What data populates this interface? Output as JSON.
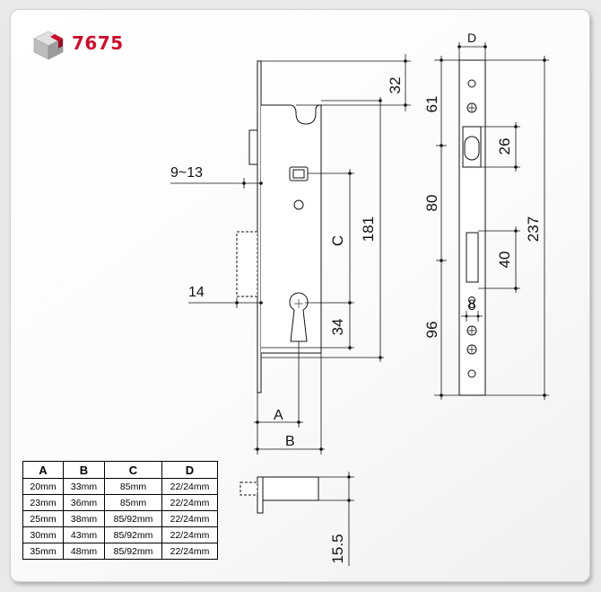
{
  "header": {
    "model_number": "7675",
    "logo_icon": "cube-logo-icon",
    "brand_color": "#c8102e"
  },
  "front_view": {
    "dim_32": "32",
    "dim_9_13": "9~13",
    "dim_c": "C",
    "dim_181": "181",
    "dim_14": "14",
    "dim_34": "34",
    "dim_a": "A",
    "dim_b": "B"
  },
  "faceplate_view": {
    "dim_d": "D",
    "dim_61": "61",
    "dim_26": "26",
    "dim_80": "80",
    "dim_40": "40",
    "dim_8": "8",
    "dim_96": "96",
    "dim_237": "237"
  },
  "bottom_view": {
    "dim_15_5": "15.5"
  },
  "spec_table": {
    "headers": [
      "A",
      "B",
      "C",
      "D"
    ],
    "rows": [
      [
        "20mm",
        "33mm",
        "85mm",
        "22/24mm"
      ],
      [
        "23mm",
        "36mm",
        "85mm",
        "22/24mm"
      ],
      [
        "25mm",
        "38mm",
        "85/92mm",
        "22/24mm"
      ],
      [
        "30mm",
        "43mm",
        "85/92mm",
        "22/24mm"
      ],
      [
        "35mm",
        "48mm",
        "85/92mm",
        "22/24mm"
      ]
    ]
  }
}
